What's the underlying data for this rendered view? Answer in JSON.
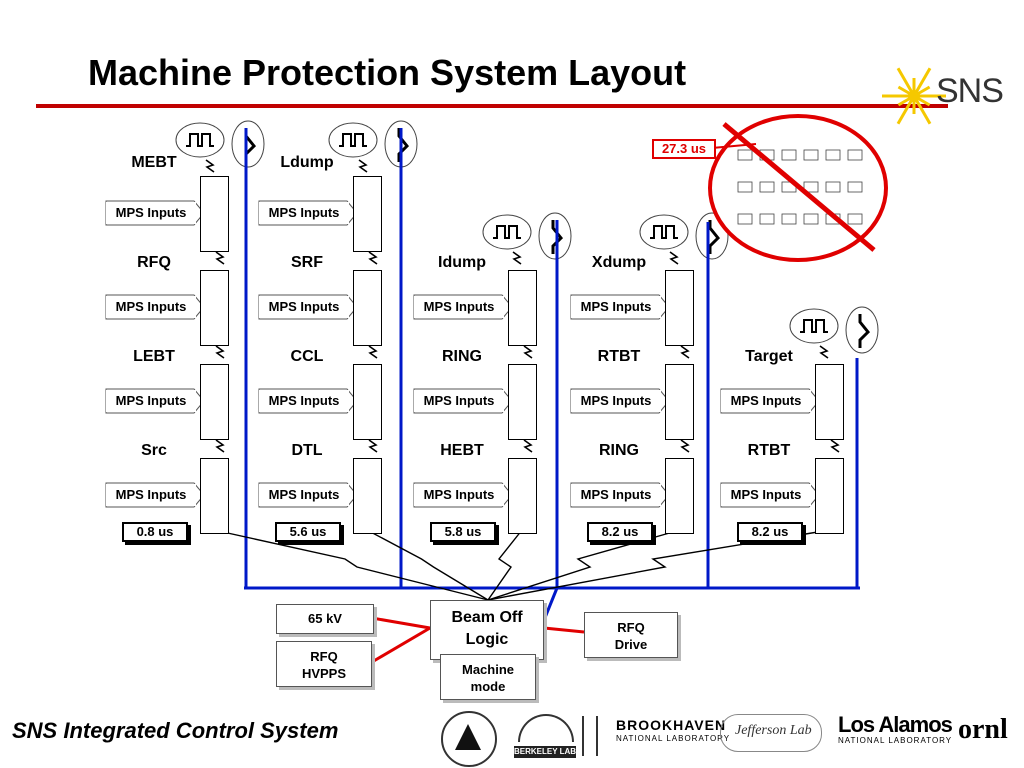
{
  "title": "Machine Protection System Layout",
  "logo_text": "SNS",
  "footer": "SNS Integrated Control System",
  "input_label": "MPS Inputs",
  "columns": [
    {
      "labels": [
        "MEBT",
        "RFQ",
        "LEBT",
        "Src"
      ],
      "time": "0.8 us"
    },
    {
      "labels": [
        "Ldump",
        "SRF",
        "CCL",
        "DTL"
      ],
      "time": "5.6 us"
    },
    {
      "labels": [
        "Idump",
        "RING",
        "HEBT"
      ],
      "time": "5.8 us"
    },
    {
      "labels": [
        "Xdump",
        "RTBT",
        "RING"
      ],
      "time": "8.2 us"
    },
    {
      "labels": [
        "Target",
        "RTBT"
      ],
      "time": "8.2 us"
    }
  ],
  "crossed_out_time": "27.3 us",
  "beam_off_logic": "Beam Off Logic",
  "machine_mode": "Machine mode",
  "hv_65kv": "65 kV",
  "rfq_hvpps": "RFQ HVPPS",
  "rfq_drive": "RFQ Drive",
  "sponsors": [
    "BROOKHAVEN",
    "NATIONAL LABORATORY",
    "Los Alamos",
    "NATIONAL LABORATORY",
    "ornl",
    "BERKELEY LAB",
    "Jefferson Lab"
  ],
  "colors": {
    "bus": "#0018c8",
    "accent_red": "#c00000",
    "alert_red": "#e00000",
    "logo_yellow": "#f5c800"
  }
}
